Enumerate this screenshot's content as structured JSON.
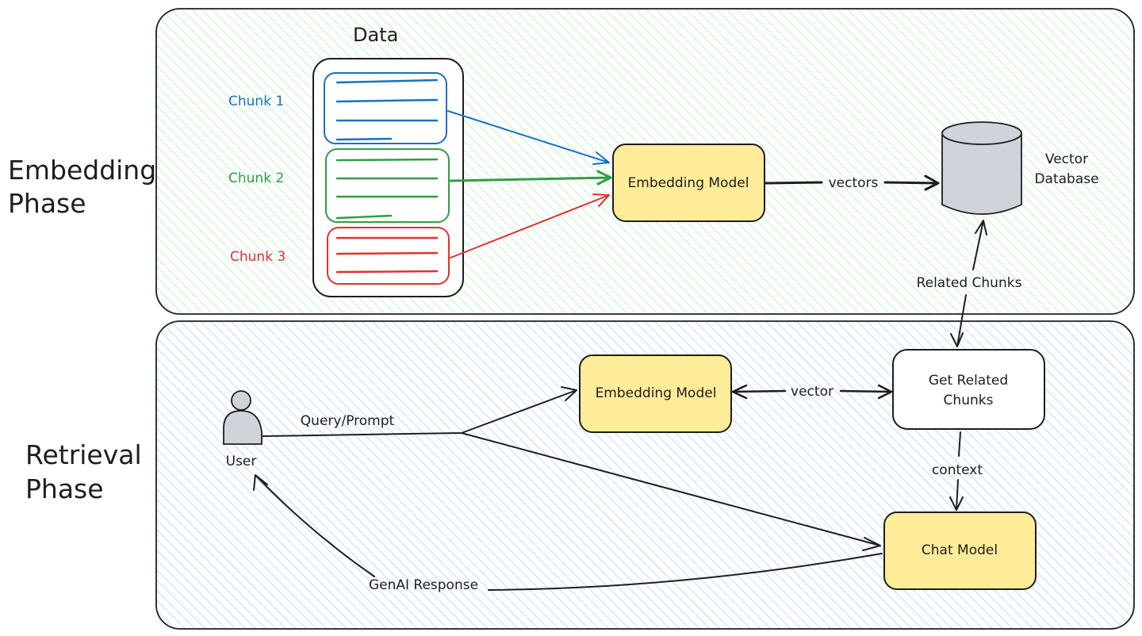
{
  "phases": {
    "embedding": {
      "line1": "Embedding",
      "line2": "Phase"
    },
    "retrieval": {
      "line1": "Retrieval",
      "line2": "Phase"
    }
  },
  "data_title": "Data",
  "chunks": [
    {
      "label": "Chunk 1",
      "color": "#1971c2"
    },
    {
      "label": "Chunk 2",
      "color": "#2f9e44"
    },
    {
      "label": "Chunk 3",
      "color": "#e03131"
    }
  ],
  "nodes": {
    "embed_top": "Embedding Model",
    "vector_db": {
      "line1": "Vector",
      "line2": "Database"
    },
    "embed_bottom": "Embedding Model",
    "get_related": {
      "line1": "Get Related",
      "line2": "Chunks"
    },
    "chat_model": "Chat Model",
    "user": "User"
  },
  "edges": {
    "vectors": "vectors",
    "related_chunks": "Related Chunks",
    "vector": "vector",
    "query_prompt": "Query/Prompt",
    "context": "context",
    "genai_response": "GenAI Response"
  },
  "colors": {
    "embedding_bg": "#b2f2bb",
    "retrieval_bg": "#a5d8ff",
    "model_fill": "#ffec99",
    "db_fill": "#ced4da",
    "stroke": "#1e1e1e"
  }
}
